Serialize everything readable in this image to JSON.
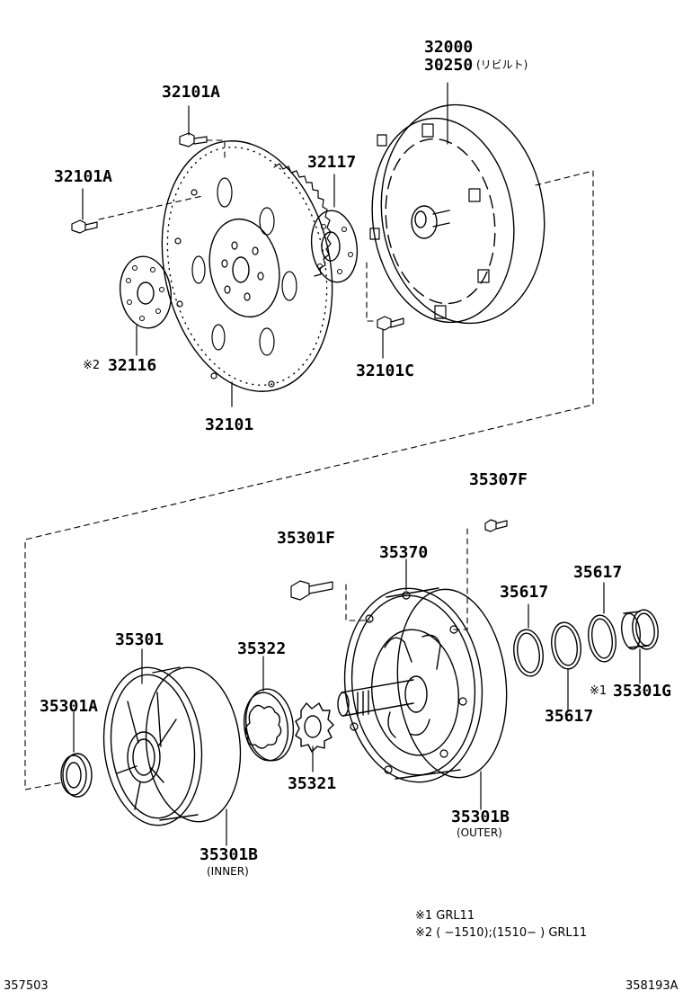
{
  "labels": {
    "p32000": "32000",
    "p30250": "30250",
    "p30250_note": "(リビルト)",
    "p32101A_top": "32101A",
    "p32101A_left": "32101A",
    "p32117": "32117",
    "p32116_mark": "※2",
    "p32116": "32116",
    "p32101C": "32101C",
    "p32101": "32101",
    "p35307F": "35307F",
    "p35301F": "35301F",
    "p35370": "35370",
    "p35617_a": "35617",
    "p35617_b": "35617",
    "p35617_c": "35617",
    "p35301": "35301",
    "p35322": "35322",
    "p35301A": "35301A",
    "p35301G_mark": "※1",
    "p35301G": "35301G",
    "p35321": "35321",
    "p35301B_outer": "35301B",
    "outer_note": "(OUTER)",
    "p35301B_inner": "35301B",
    "inner_note": "(INNER)"
  },
  "footnotes": {
    "n1": "※1 GRL11",
    "n2": "※2 (        −1510);(1510−        ) GRL11"
  },
  "corners": {
    "left": "357503",
    "right": "358193A"
  },
  "icons": {
    "bolt": "bolt-icon",
    "gear": "gear-icon"
  }
}
